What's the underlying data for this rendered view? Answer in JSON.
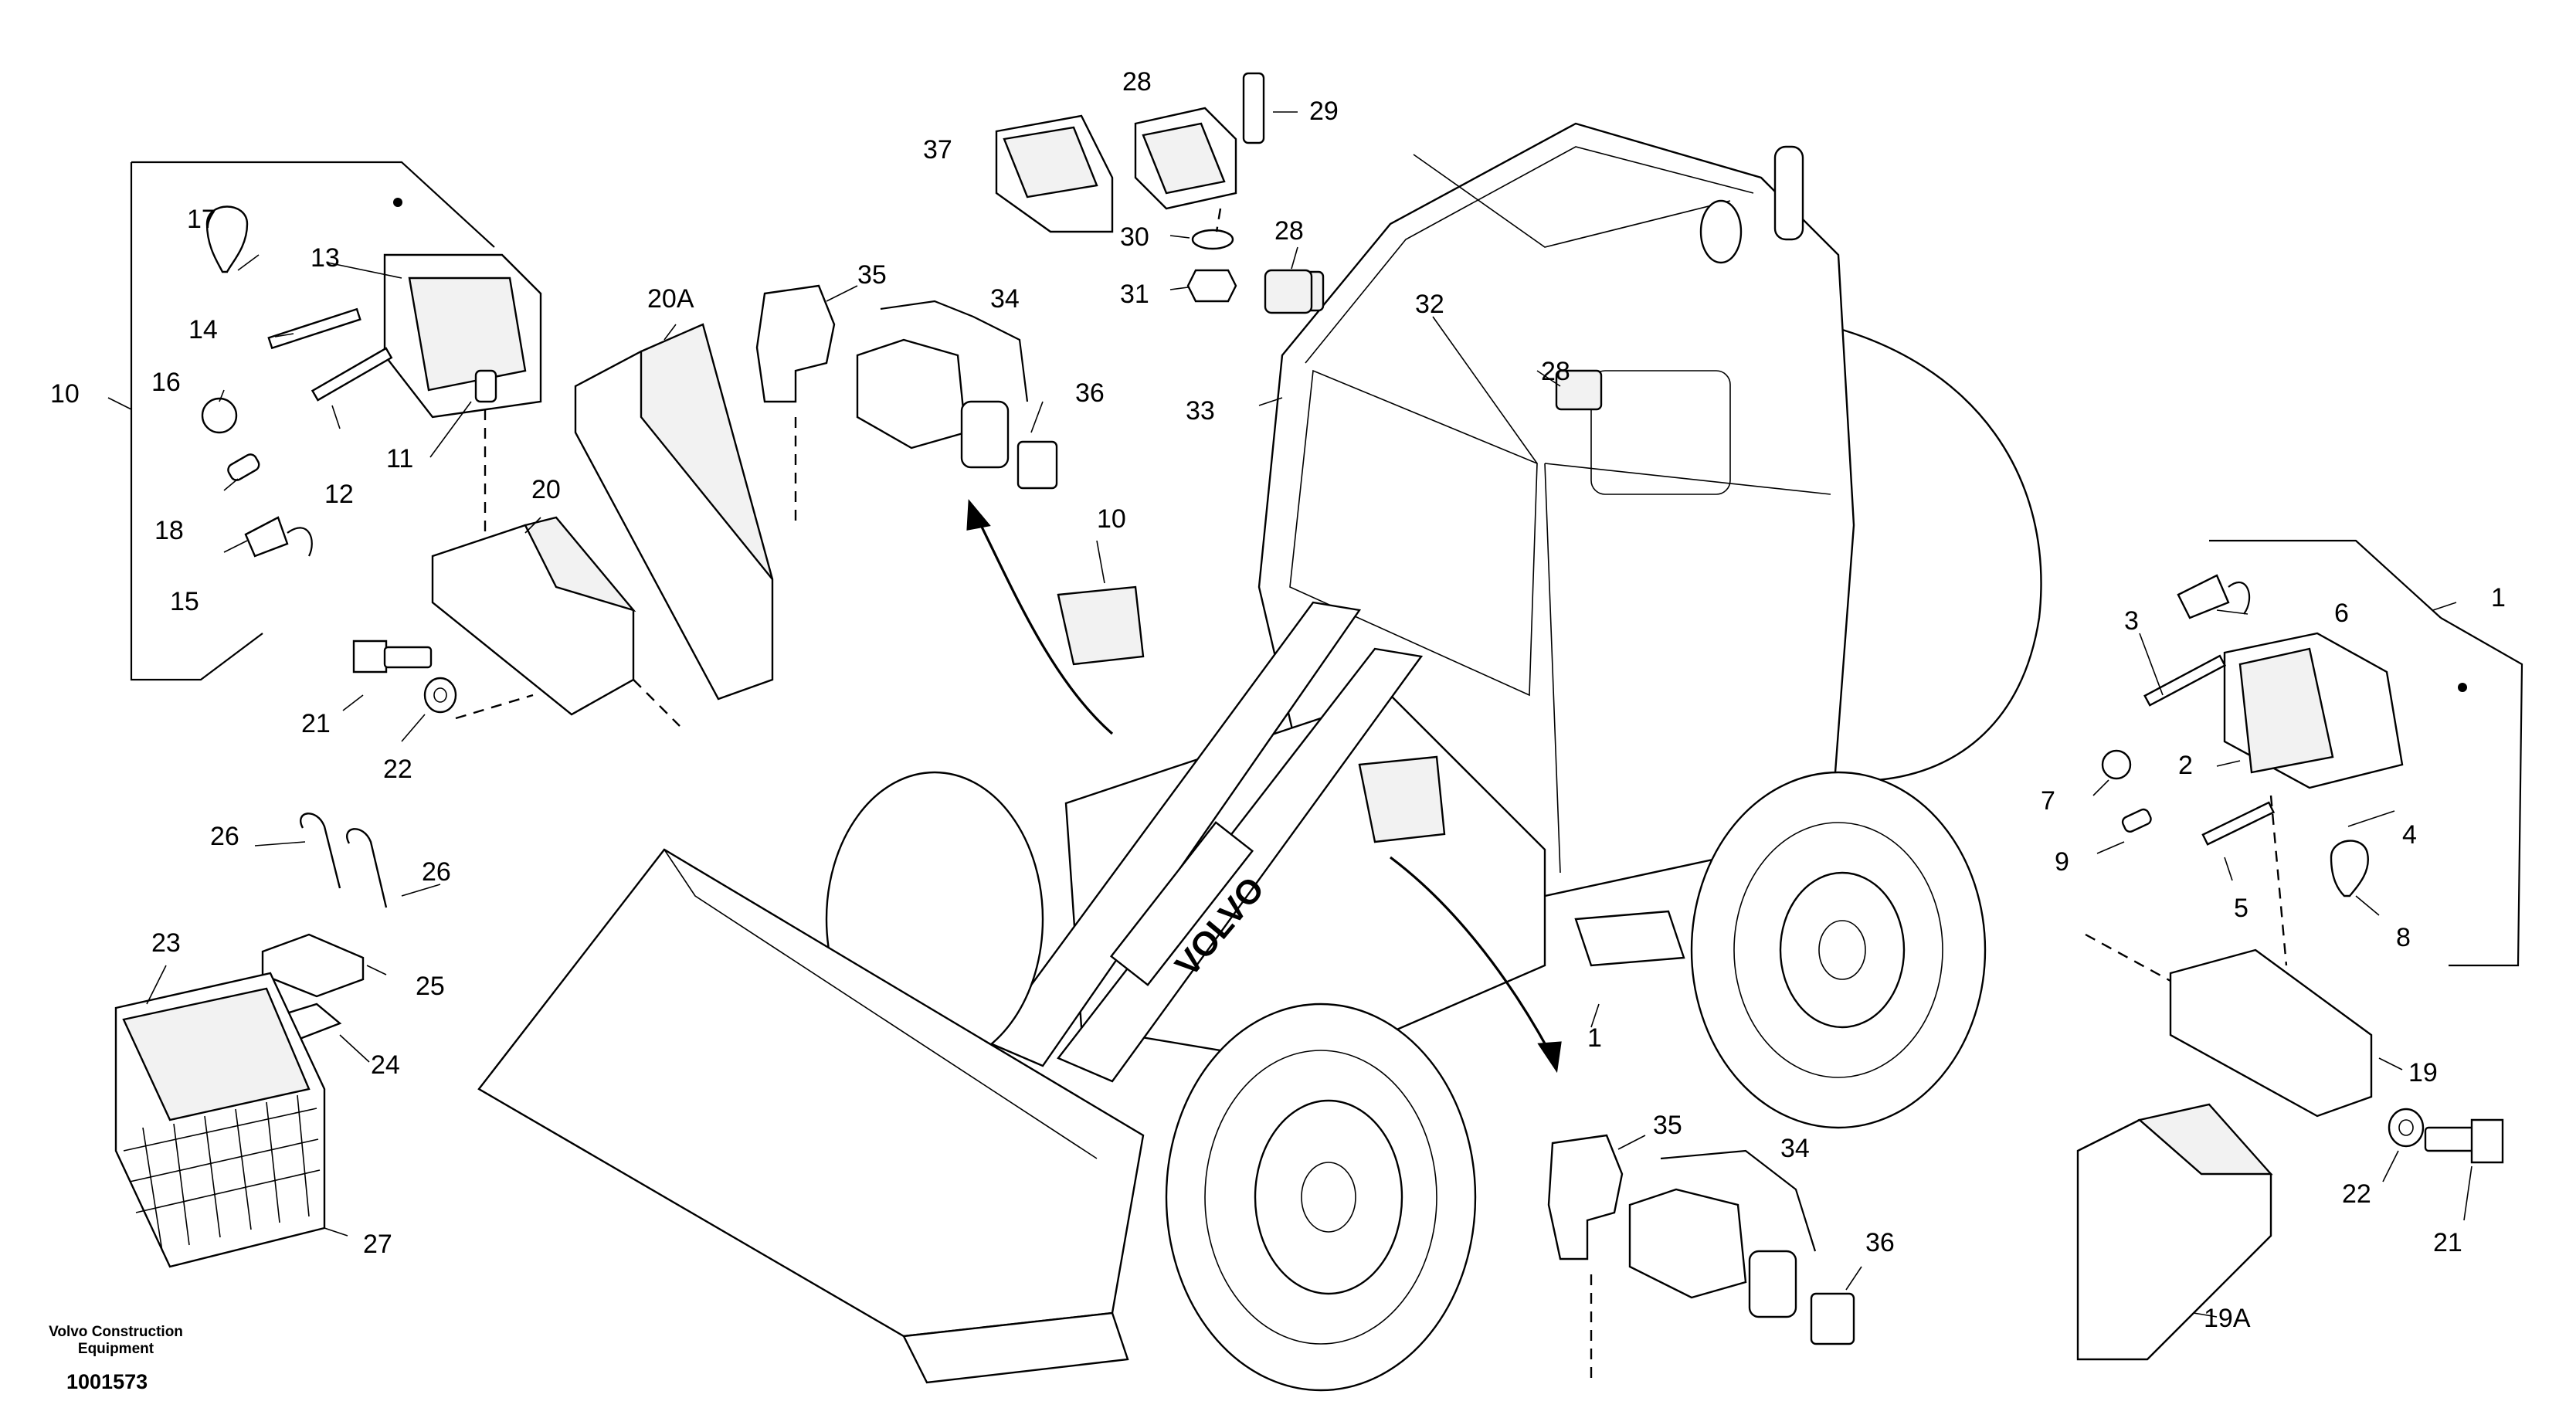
{
  "brand": {
    "line1": "Volvo Construction",
    "line2": "Equipment"
  },
  "document_number": "1001573",
  "callouts": {
    "left_lamp": [
      "17",
      "13",
      "14",
      "10",
      "16",
      "11",
      "12",
      "18",
      "15"
    ],
    "left_bracket": [
      "20A",
      "20",
      "21",
      "22"
    ],
    "grille_kit": [
      "26",
      "26",
      "23",
      "25",
      "24",
      "27"
    ],
    "top": [
      "28",
      "29",
      "37",
      "30",
      "31",
      "35",
      "34",
      "36",
      "28",
      "32",
      "28",
      "33",
      "10"
    ],
    "right_lamp": [
      "6",
      "3",
      "1",
      "2",
      "7",
      "4",
      "9",
      "5",
      "8"
    ],
    "right_bracket": [
      "19",
      "22",
      "21",
      "19A"
    ],
    "bottom": [
      "35",
      "34",
      "36",
      "1"
    ]
  }
}
